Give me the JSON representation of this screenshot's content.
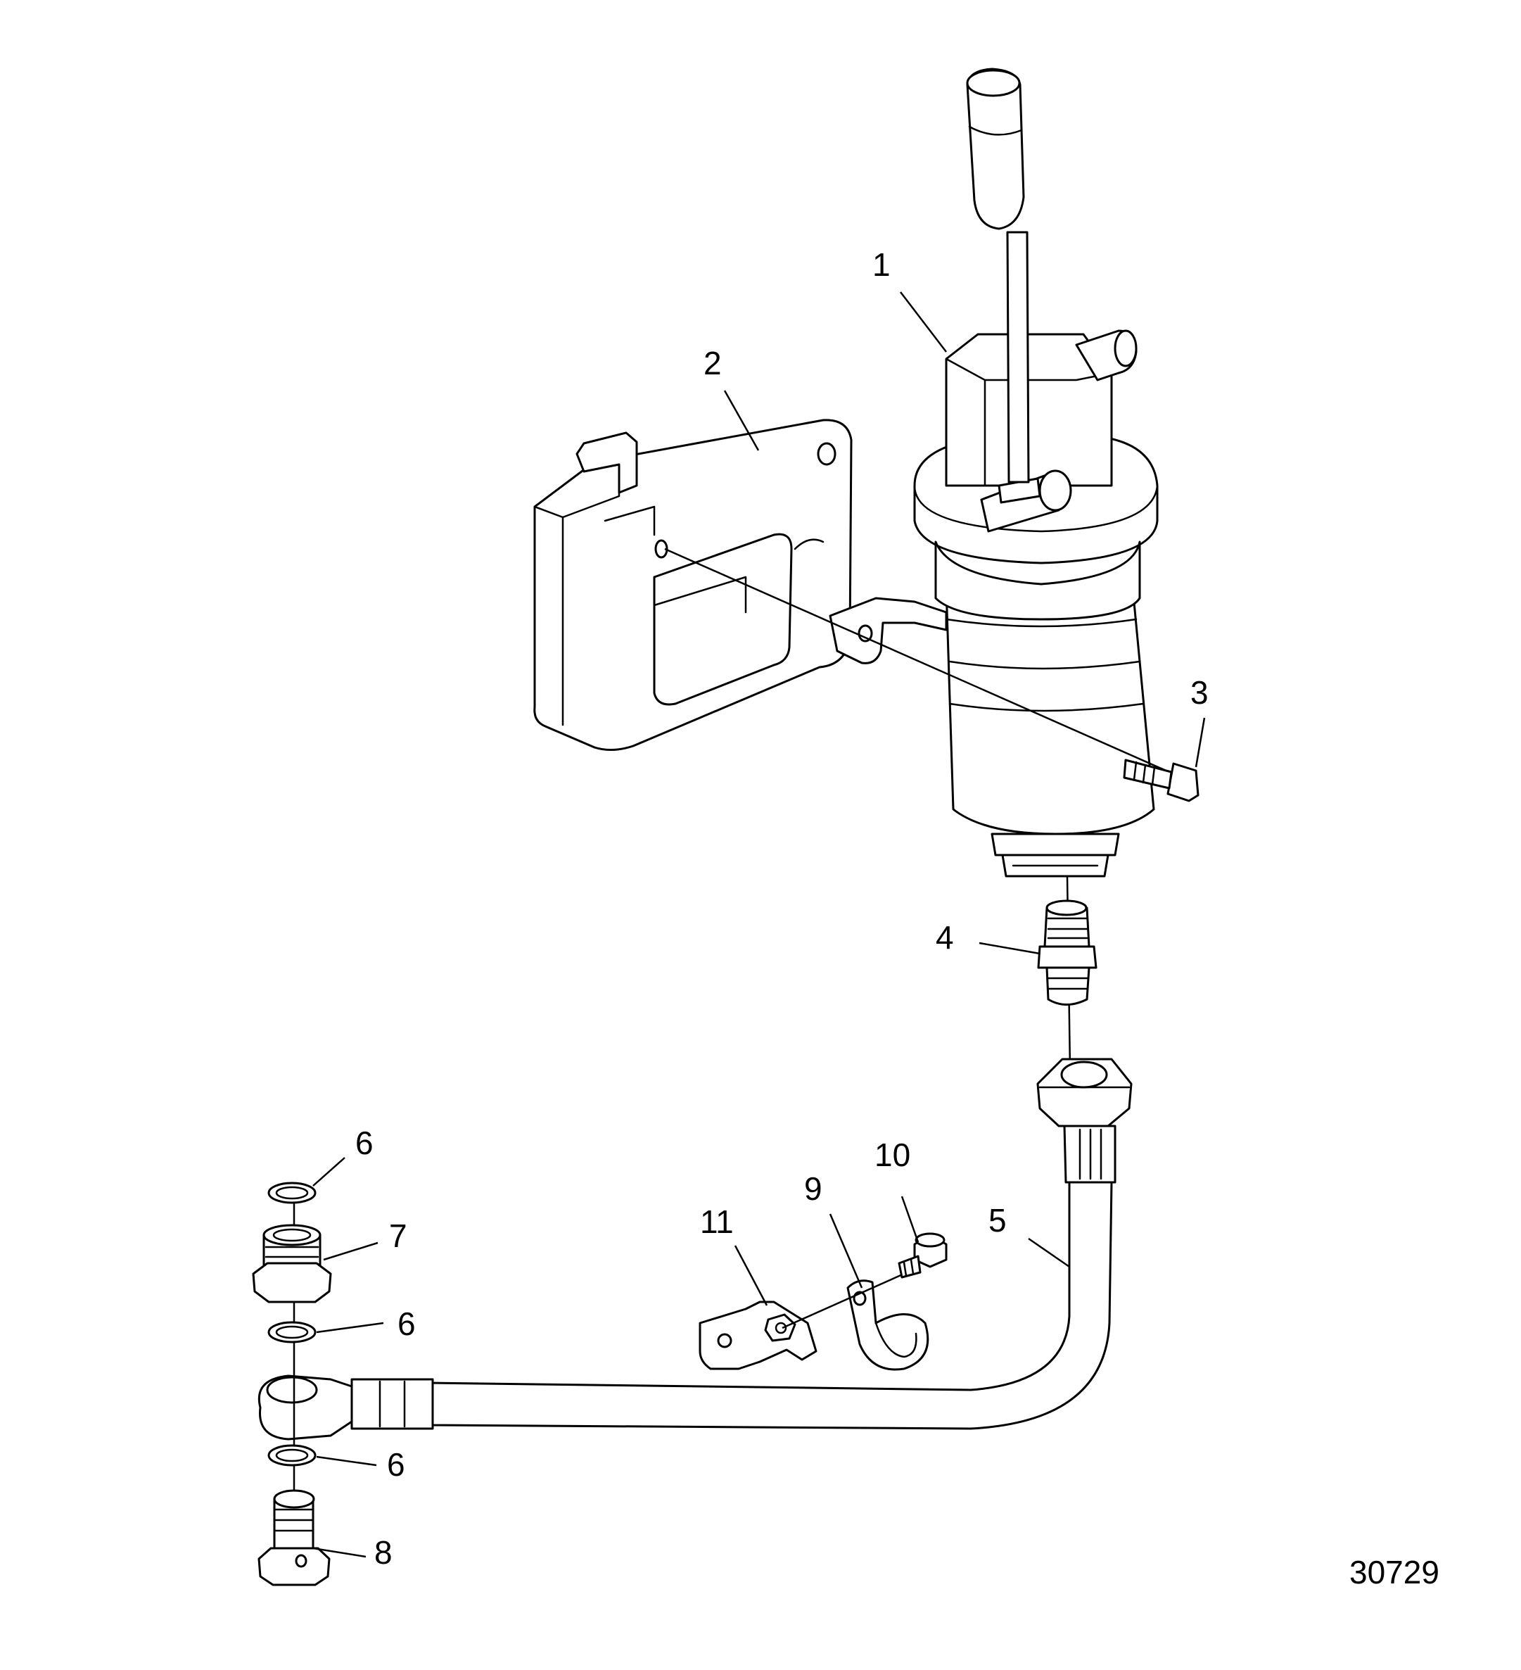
{
  "figure_number": "30729",
  "callouts": [
    {
      "id": "c1",
      "text": "1"
    },
    {
      "id": "c2",
      "text": "2"
    },
    {
      "id": "c3",
      "text": "3"
    },
    {
      "id": "c4",
      "text": "4"
    },
    {
      "id": "c5",
      "text": "5"
    },
    {
      "id": "c6a",
      "text": "6"
    },
    {
      "id": "c7",
      "text": "7"
    },
    {
      "id": "c6b",
      "text": "6"
    },
    {
      "id": "c6c",
      "text": "6"
    },
    {
      "id": "c8",
      "text": "8"
    },
    {
      "id": "c9",
      "text": "9"
    },
    {
      "id": "c10",
      "text": "10"
    },
    {
      "id": "c11",
      "text": "11"
    }
  ]
}
